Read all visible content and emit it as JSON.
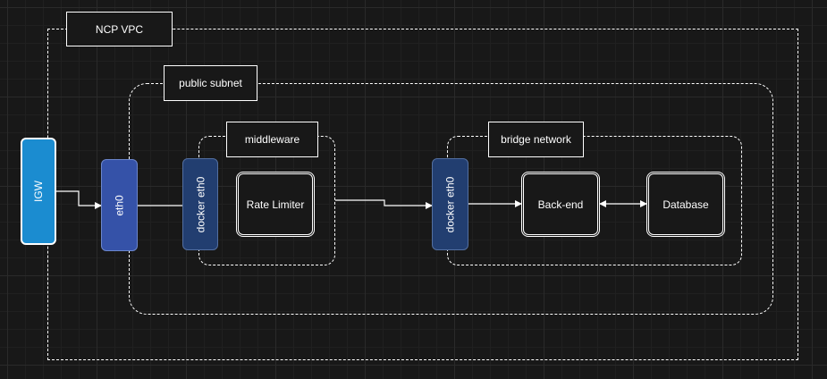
{
  "zones": {
    "vpc_label": "NCP VPC",
    "subnet_label": "public subnet",
    "middleware_label": "middleware",
    "bridge_label": "bridge network"
  },
  "nodes": {
    "igw": "IGW",
    "eth0": "eth0",
    "docker_eth0_middleware": "docker eth0",
    "rate_limiter": "Rate Limiter",
    "docker_eth0_bridge": "docker eth0",
    "backend": "Back-end",
    "database": "Database"
  },
  "colors": {
    "background": "#181818",
    "igw": "#1b8cd0",
    "eth0": "#3552a8",
    "docker_eth0": "#223e70",
    "line": "#ffffff"
  }
}
